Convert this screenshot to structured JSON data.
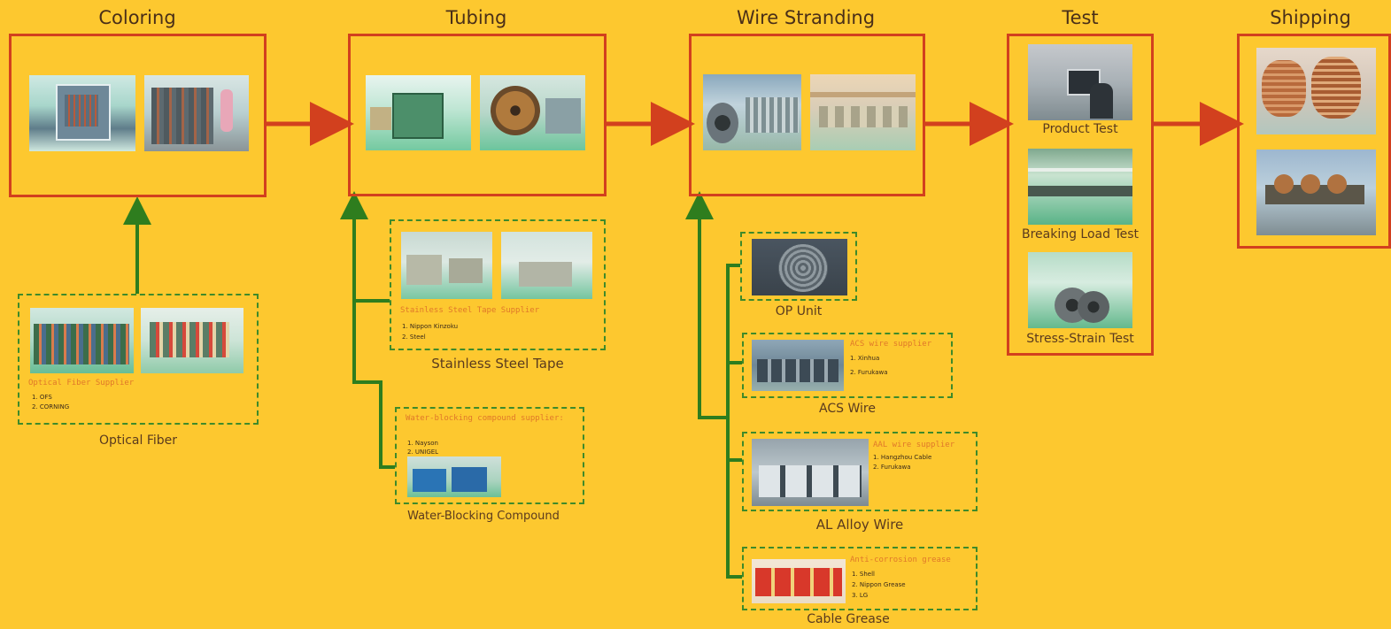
{
  "stages": [
    {
      "title": "Coloring"
    },
    {
      "title": "Tubing"
    },
    {
      "title": "Wire Stranding"
    },
    {
      "title": "Test"
    },
    {
      "title": "Shipping"
    }
  ],
  "tests": [
    {
      "label": "Product Test"
    },
    {
      "label": "Breaking Load Test"
    },
    {
      "label": "Stress-Strain Test"
    }
  ],
  "materials": {
    "optical_fiber": {
      "caption": "Optical Fiber",
      "supplier_title": "Optical Fiber Supplier",
      "suppliers": [
        "1. OFS",
        "2. CORNING"
      ]
    },
    "stainless_steel_tape": {
      "caption": "Stainless Steel Tape",
      "supplier_title": "Stainless Steel Tape Supplier",
      "suppliers": [
        "1. Nippon Kinzoku",
        "2. Steel"
      ]
    },
    "water_blocking": {
      "caption": "Water-Blocking Compound",
      "supplier_title": "Water-blocking compound supplier:",
      "suppliers": [
        "1. Nayson",
        "2. UNIGEL"
      ]
    },
    "op_unit": {
      "caption": "OP Unit"
    },
    "acs_wire": {
      "caption": "ACS Wire",
      "supplier_title": "ACS wire supplier",
      "suppliers": [
        "1. Xinhua",
        "2. Furukawa"
      ]
    },
    "al_alloy_wire": {
      "caption": "AL Alloy Wire",
      "supplier_title": "AAL wire supplier",
      "suppliers": [
        "1. Hangzhou Cable",
        "2. Furukawa"
      ]
    },
    "cable_grease": {
      "caption": "Cable Grease",
      "supplier_title": "Anti-corrosion grease",
      "suppliers": [
        "1. Shell",
        "2. Nippon Grease",
        "3. LG"
      ]
    }
  },
  "colors": {
    "background": "#FDC82F",
    "stage_border": "#D2401E",
    "arrow": "#D2401E",
    "feed_line": "#2E7D1E",
    "dashed_border": "#3F8A2A"
  }
}
